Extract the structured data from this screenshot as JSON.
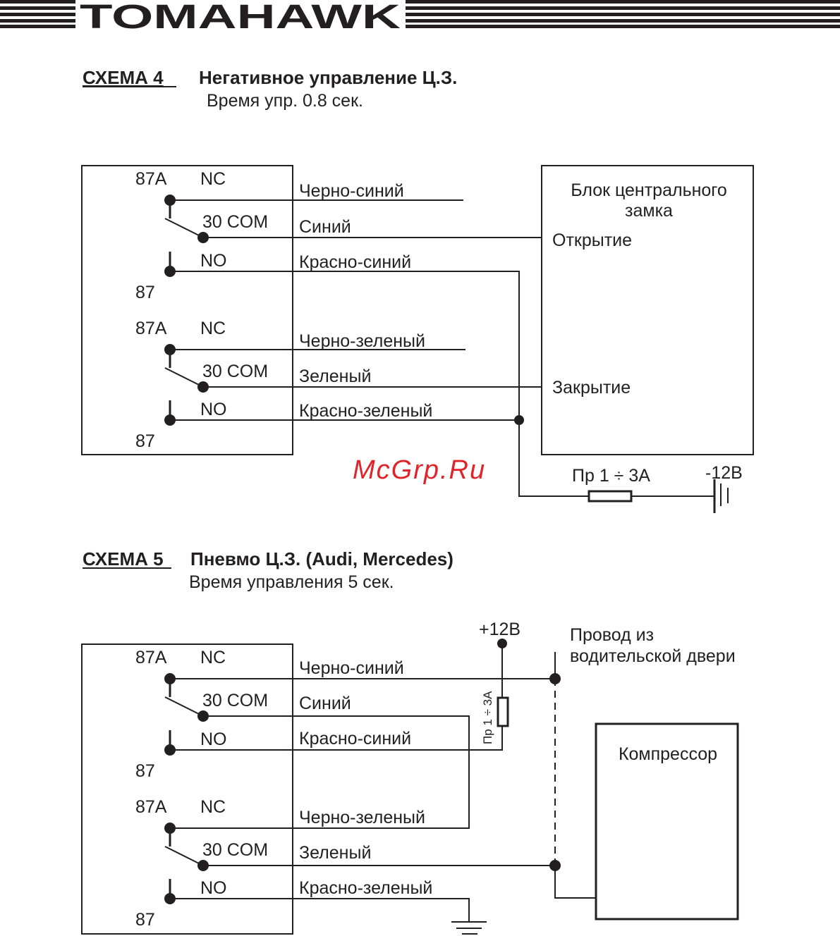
{
  "header": {
    "logo": "TOMAHAWK"
  },
  "relay_labels": {
    "nc_pin": "87A",
    "nc": "NC",
    "com": "30 COM",
    "no": "NO",
    "no_pin": "87"
  },
  "schema4": {
    "number": "СХЕМА 4",
    "title": "Негативное управление Ц.З.",
    "subtitle": "Время упр. 0.8 сек.",
    "wires": [
      "Черно-синий",
      "Синий",
      "Красно-синий",
      "Черно-зеленый",
      "Зеленый",
      "Красно-зеленый"
    ],
    "block": {
      "title_line1": "Блок центрального",
      "title_line2": "замка",
      "open": "Открытие",
      "close": "Закрытие"
    },
    "fuse": "Пр 1 ÷ 3А",
    "battery": "-12В"
  },
  "watermark": "McGrp.Ru",
  "schema5": {
    "number": "СХЕМА 5",
    "title": "Пневмо Ц.З. (Audi, Mercedes)",
    "subtitle": "Время управления 5 сек.",
    "wires": [
      "Черно-синий",
      "Синий",
      "Красно-синий",
      "Черно-зеленый",
      "Зеленый",
      "Красно-зеленый"
    ],
    "power": "+12В",
    "door_wire_line1": "Провод из",
    "door_wire_line2": "водительской двери",
    "fuse": "Пр 1 ÷ 3А",
    "compressor": "Компрессор"
  }
}
